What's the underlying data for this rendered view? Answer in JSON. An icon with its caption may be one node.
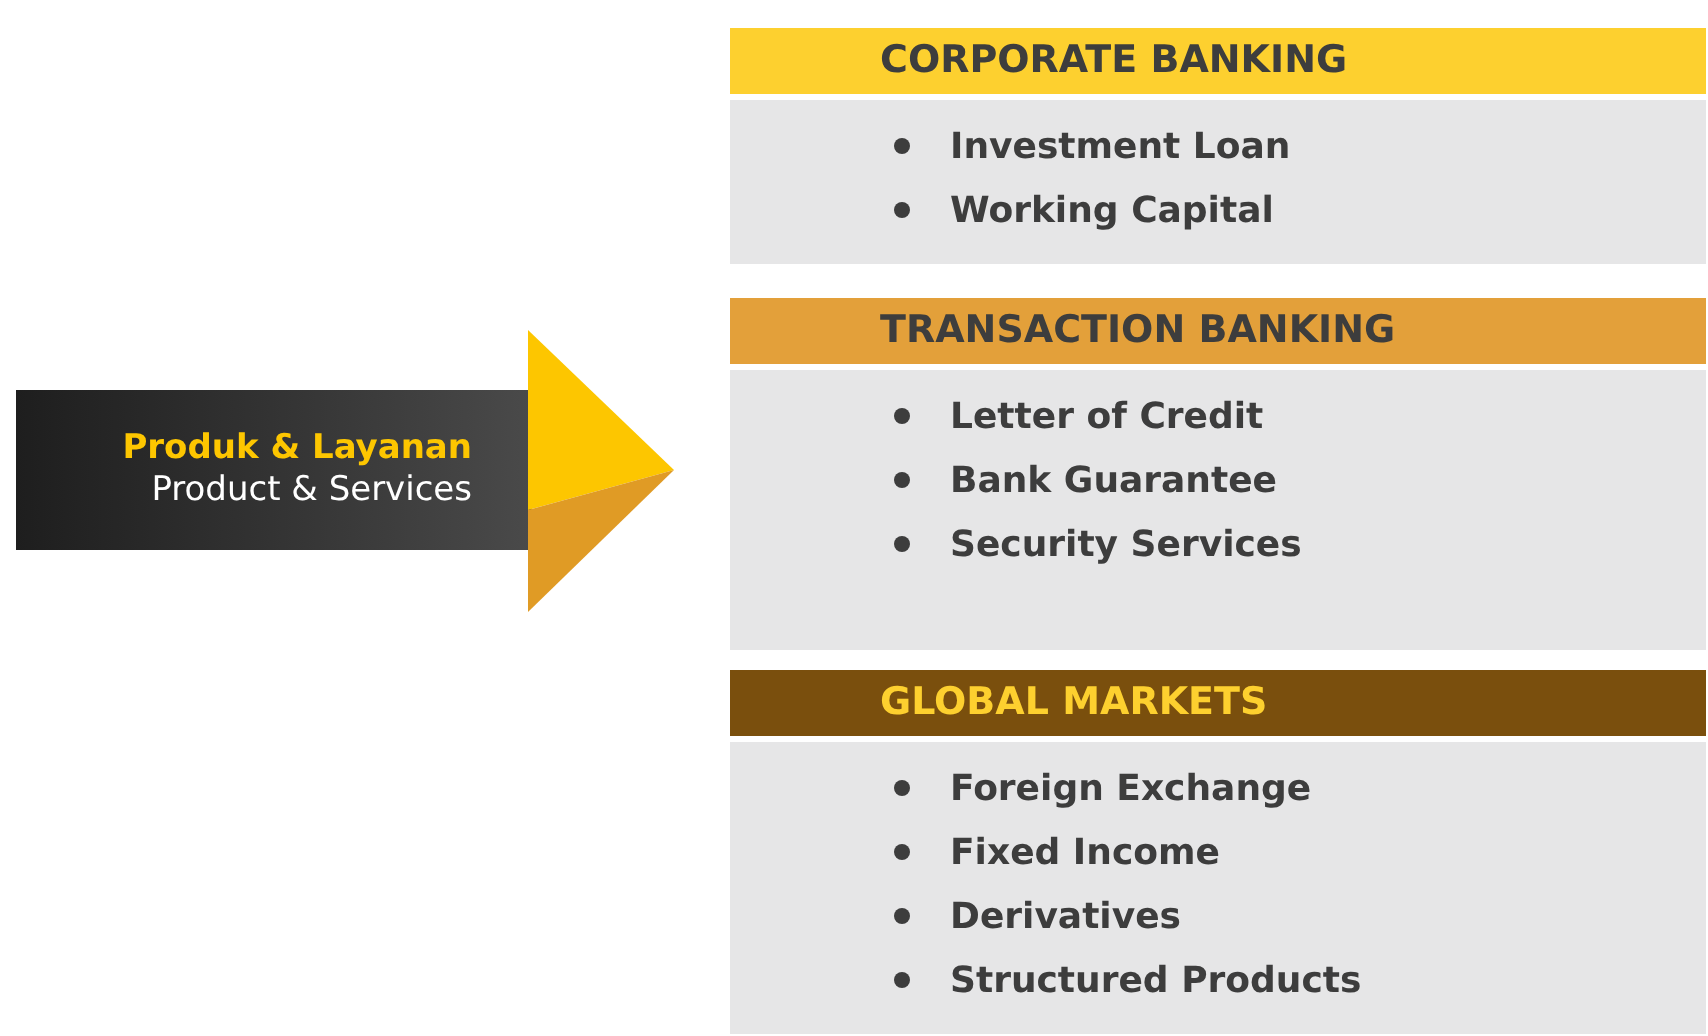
{
  "diagram": {
    "nodes": [
      {
        "text": [
          "Produk & Layanan",
          "Product & Services"
        ]
      },
      {
        "text": [
          "CORPORATE BANKING",
          "Investment Loan",
          "Working Capital"
        ]
      },
      {
        "text": [
          "TRANSACTION BANKING",
          "Letter of Credit",
          "Bank Guarantee",
          "Security Services"
        ]
      },
      {
        "text": [
          "GLOBAL MARKETS",
          "Foreign Exchange",
          "Fixed Income",
          "Derivatives",
          "Structured Products"
        ]
      }
    ],
    "edges": [
      {
        "from": 0,
        "to": 2,
        "arrow": "to"
      }
    ]
  }
}
